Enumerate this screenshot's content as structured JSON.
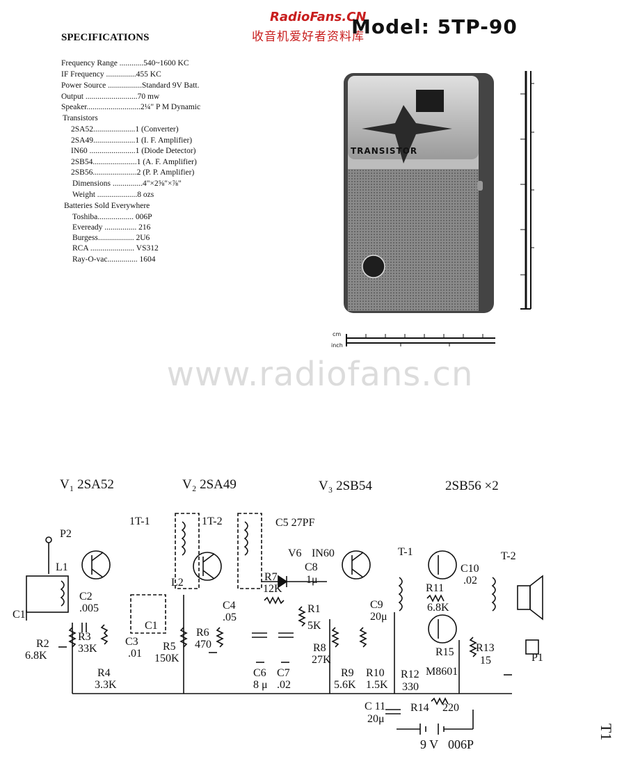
{
  "watermark_top": "RadioFans.CN",
  "watermark_cn": "收音机爱好者资料库",
  "model": "Model:  5TP-90",
  "spec_title": "SPECIFICATIONS",
  "specs": [
    "Frequency Range ............540~1600 KC",
    "IF  Frequency  ...............455 KC",
    "Power Source .................Standard 9V Batt.",
    "Output ..........................70 mw",
    "Speaker...........................2¼\" P M Dynamic",
    "Transistors",
    "2SA52.....................1 (Converter)",
    "2SA49.....................1 (I. F. Amplifier)",
    "IN60 .......................1 (Diode Detector)",
    "2SB54......................1 (A. F. Amplifier)",
    "2SB56......................2 (P. P. Amplifier)",
    "Dimensions ...............4\"×2⅝\"×⅞\"",
    "Weight ....................8 ozs",
    "Batteries Sold Everywhere",
    "Toshiba.................. 006P",
    "Eveready ................ 216",
    "Burgess.................. 2U6",
    "RCA ...................... VS312",
    "Ray-O-vac............... 1604"
  ],
  "radio_label": "TRANSISTOR",
  "scale": {
    "cm": "cm",
    "inch": "inch"
  },
  "site_watermark": "www.radiofans.cn",
  "schematic": {
    "stage_headers": [
      "V₁ 2SA52",
      "V₂ 2SA49",
      "V₃ 2SB54",
      "2SB56 ×2"
    ],
    "labels": [
      "P2",
      "L1",
      "C2",
      ".005",
      "C1",
      "R2",
      "6.8K",
      "R3",
      "33K",
      "R4",
      "3.3K",
      "C3",
      ".01",
      "C1",
      "L2",
      "1T-1",
      "1T-2",
      "C5 27PF",
      "V6",
      "IN60",
      "C8",
      "1μ",
      "R7",
      "12K",
      "C4",
      ".05",
      "R5",
      "150K",
      "R6",
      "470",
      "C6",
      "8 μ",
      "C7",
      ".02",
      "R1",
      "5K",
      "R8",
      "27K",
      "R9",
      "5.6K",
      "R10",
      "1.5K",
      "C9",
      "20μ",
      "T-1",
      "R11",
      "6.8K",
      "C10",
      ".02",
      "T-2",
      "R12",
      "330",
      "R15",
      "M8601",
      "R13",
      "15",
      "P1",
      "R14",
      "220",
      "C 11",
      "20μ",
      "9 V",
      "006P"
    ]
  },
  "side_label": "T1"
}
